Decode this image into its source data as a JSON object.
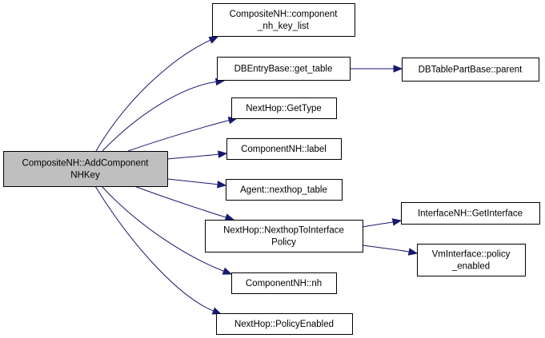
{
  "diagram": {
    "type": "call-graph",
    "colors": {
      "edge": "#191970",
      "root_fill": "#bfbfbf",
      "node_fill": "#ffffff",
      "border": "#000000"
    },
    "nodes": [
      {
        "id": "root",
        "lines": [
          "CompositeNH::AddComponent",
          "NHKey"
        ],
        "root": true
      },
      {
        "id": "component_nh_key_list",
        "lines": [
          "CompositeNH::component",
          "_nh_key_list"
        ]
      },
      {
        "id": "get_table",
        "lines": [
          "DBEntryBase::get_table"
        ]
      },
      {
        "id": "parent",
        "lines": [
          "DBTablePartBase::parent"
        ]
      },
      {
        "id": "get_type",
        "lines": [
          "NextHop::GetType"
        ]
      },
      {
        "id": "label",
        "lines": [
          "ComponentNH::label"
        ]
      },
      {
        "id": "nexthop_table",
        "lines": [
          "Agent::nexthop_table"
        ]
      },
      {
        "id": "nh_to_if_policy",
        "lines": [
          "NextHop::NexthopToInterface",
          "Policy"
        ]
      },
      {
        "id": "get_interface",
        "lines": [
          "InterfaceNH::GetInterface"
        ]
      },
      {
        "id": "policy_enabled_vm",
        "lines": [
          "VmInterface::policy",
          "_enabled"
        ]
      },
      {
        "id": "nh",
        "lines": [
          "ComponentNH::nh"
        ]
      },
      {
        "id": "policy_enabled",
        "lines": [
          "NextHop::PolicyEnabled"
        ]
      }
    ],
    "edges": [
      {
        "from": "root",
        "to": "component_nh_key_list"
      },
      {
        "from": "root",
        "to": "get_table"
      },
      {
        "from": "get_table",
        "to": "parent"
      },
      {
        "from": "root",
        "to": "get_type"
      },
      {
        "from": "root",
        "to": "label"
      },
      {
        "from": "root",
        "to": "nexthop_table"
      },
      {
        "from": "root",
        "to": "nh_to_if_policy"
      },
      {
        "from": "nh_to_if_policy",
        "to": "get_interface"
      },
      {
        "from": "nh_to_if_policy",
        "to": "policy_enabled_vm"
      },
      {
        "from": "root",
        "to": "nh"
      },
      {
        "from": "root",
        "to": "policy_enabled"
      }
    ]
  }
}
